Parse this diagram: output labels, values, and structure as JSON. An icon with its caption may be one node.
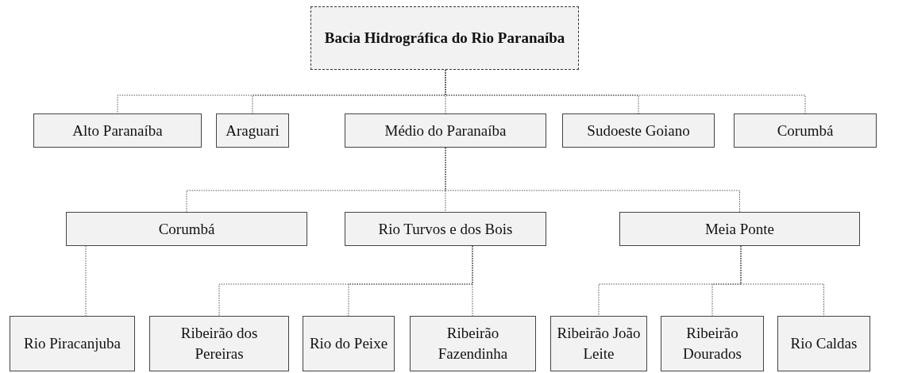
{
  "diagram": {
    "nodes": [
      {
        "text": [
          "Bacia Hidrográfica do Rio Paranaíba"
        ]
      },
      {
        "text": [
          "Alto Paranaíba"
        ]
      },
      {
        "text": [
          "Araguari"
        ]
      },
      {
        "text": [
          "Médio do Paranaíba"
        ]
      },
      {
        "text": [
          "Sudoeste Goiano"
        ]
      },
      {
        "text": [
          "Corumbá"
        ]
      },
      {
        "text": [
          "Corumbá"
        ]
      },
      {
        "text": [
          "Rio Turvos e dos Bois"
        ]
      },
      {
        "text": [
          "Meia Ponte"
        ]
      },
      {
        "text": [
          "Rio Piracanjuba"
        ]
      },
      {
        "text": [
          "Ribeirão dos Pereiras"
        ]
      },
      {
        "text": [
          "Rio do Peixe"
        ]
      },
      {
        "text": [
          "Ribeirão Fazendinha"
        ]
      },
      {
        "text": [
          "Ribeirão João Leite"
        ]
      },
      {
        "text": [
          "Ribeirão Dourados"
        ]
      },
      {
        "text": [
          "Rio Caldas"
        ]
      }
    ],
    "edges": [
      {
        "from": 0,
        "to": 1,
        "arrow": "none"
      },
      {
        "from": 0,
        "to": 2,
        "arrow": "none"
      },
      {
        "from": 0,
        "to": 3,
        "arrow": "none"
      },
      {
        "from": 0,
        "to": 4,
        "arrow": "none"
      },
      {
        "from": 0,
        "to": 5,
        "arrow": "none"
      },
      {
        "from": 3,
        "to": 6,
        "arrow": "none"
      },
      {
        "from": 3,
        "to": 7,
        "arrow": "none"
      },
      {
        "from": 3,
        "to": 8,
        "arrow": "none"
      },
      {
        "from": 6,
        "to": 9,
        "arrow": "none"
      },
      {
        "from": 7,
        "to": 10,
        "arrow": "none"
      },
      {
        "from": 7,
        "to": 11,
        "arrow": "none"
      },
      {
        "from": 7,
        "to": 12,
        "arrow": "none"
      },
      {
        "from": 8,
        "to": 13,
        "arrow": "none"
      },
      {
        "from": 8,
        "to": 14,
        "arrow": "none"
      },
      {
        "from": 8,
        "to": 15,
        "arrow": "none"
      }
    ]
  }
}
